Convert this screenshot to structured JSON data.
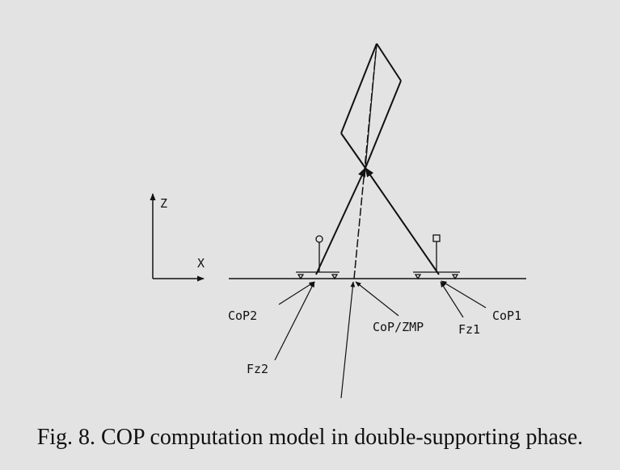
{
  "labels": {
    "axis_z": "Z",
    "axis_x": "X",
    "cop2": "CoP2",
    "cop1": "CoP1",
    "cop_zmp": "CoP/ZMP",
    "fz1": "Fz1",
    "fz2": "Fz2"
  },
  "caption": "Fig. 8. COP computation model in double-supporting phase.",
  "colors": {
    "background": "#e3e3e3",
    "ink": "#111111"
  }
}
